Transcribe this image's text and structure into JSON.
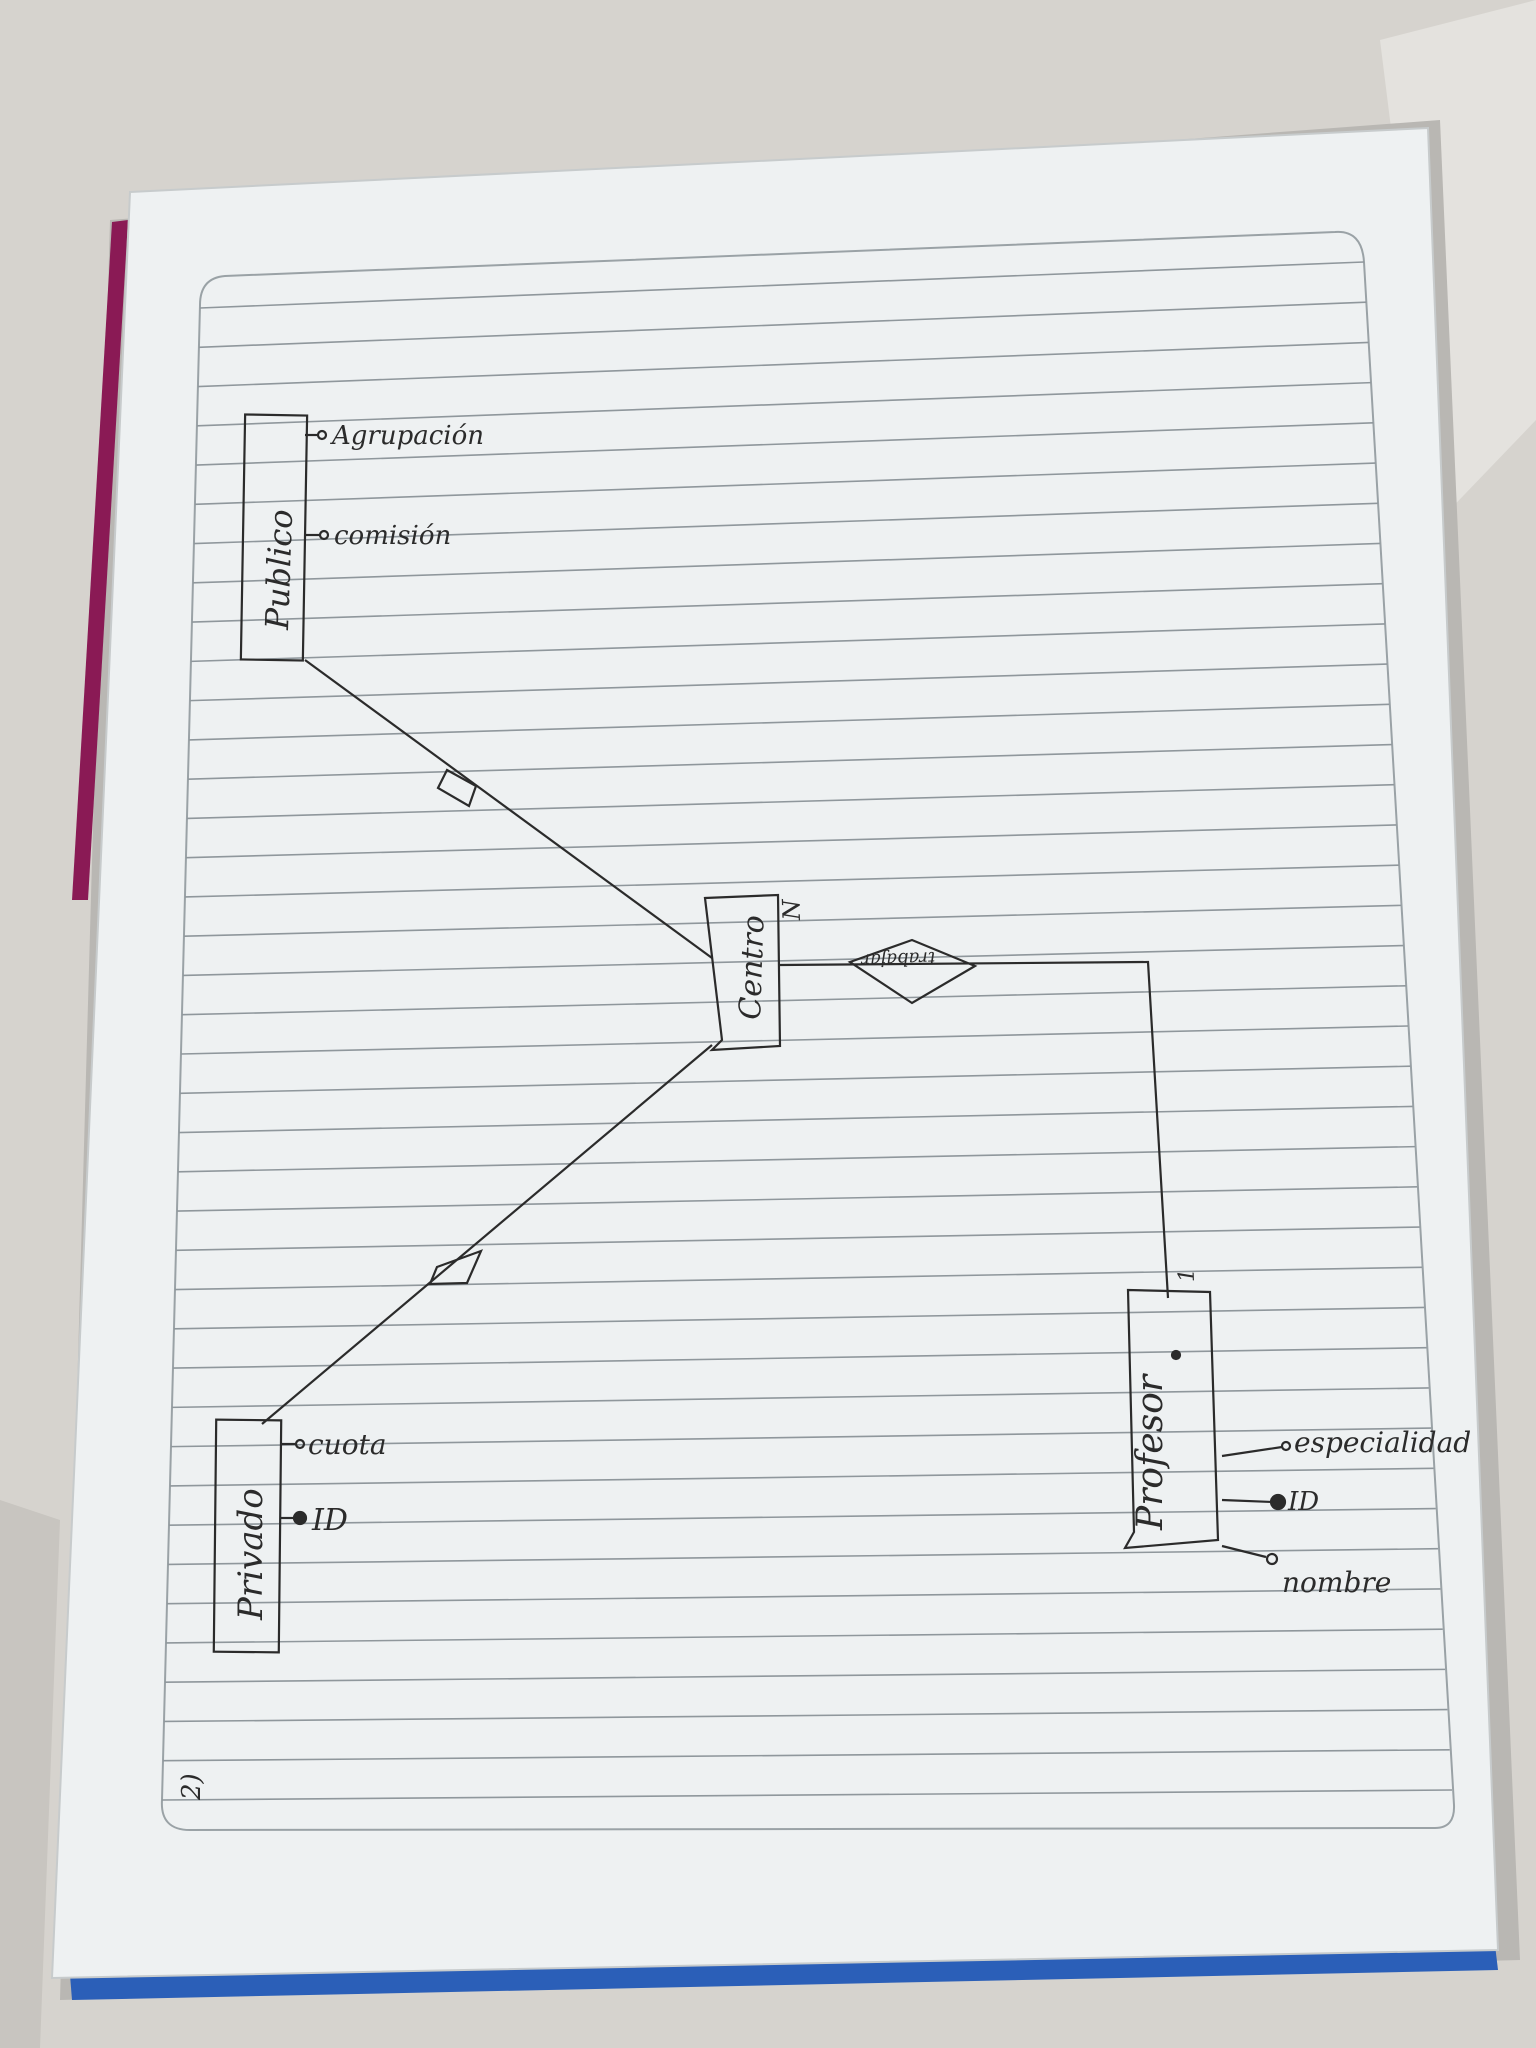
{
  "photo": {
    "description_colors": {
      "table": "#d8d5d0",
      "paper": "#eef1f2",
      "rule_line": "#8f979c",
      "ink": "#2b2b2b",
      "binding_blue": "#2b5fb8",
      "binding_magenta": "#8a1a55"
    }
  },
  "diagram": {
    "page_number": "2)",
    "entities": [
      {
        "id": "publico",
        "label": "Publico"
      },
      {
        "id": "centro",
        "label": "Centro"
      },
      {
        "id": "privado",
        "label": "Privado"
      },
      {
        "id": "profesor",
        "label": "Profesor"
      }
    ],
    "attributes": {
      "publico": [
        "Agrupación",
        "comisión"
      ],
      "privado": [
        "cuota",
        "ID"
      ],
      "profesor": [
        "especialidad",
        "ID",
        "nombre"
      ]
    },
    "relationship": {
      "label": "trabajar"
    },
    "cardinalities": {
      "centro": "N",
      "profesor": "1"
    }
  }
}
